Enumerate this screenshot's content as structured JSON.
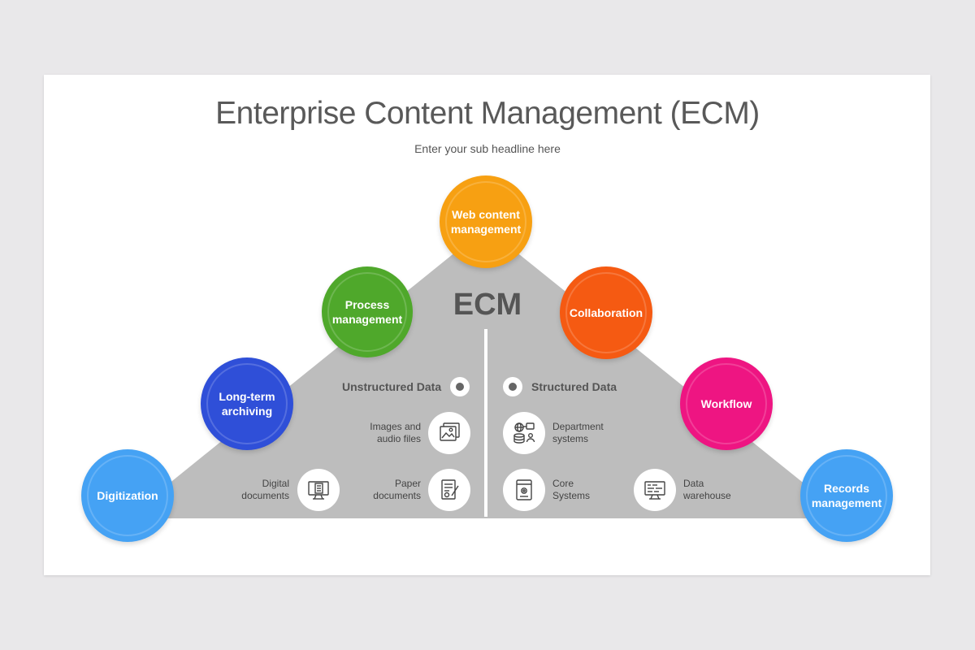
{
  "title": "Enterprise Content Management (ECM)",
  "subtitle": "Enter your sub headline here",
  "center_label": "ECM",
  "nodes": [
    {
      "label_line1": "Web content",
      "label_line2": "management",
      "color": "#f7a012"
    },
    {
      "label_line1": "Process",
      "label_line2": "management",
      "color": "#4fa82b"
    },
    {
      "label_line1": "Collaboration",
      "label_line2": "",
      "color": "#f55a12"
    },
    {
      "label_line1": "Long-term",
      "label_line2": "archiving",
      "color": "#2f4fd8"
    },
    {
      "label_line1": "Workflow",
      "label_line2": "",
      "color": "#ee1582"
    },
    {
      "label_line1": "Digitization",
      "label_line2": "",
      "color": "#45a2f4"
    },
    {
      "label_line1": "Records",
      "label_line2": "management",
      "color": "#45a2f4"
    }
  ],
  "left_heading": "Unstructured Data",
  "right_heading": "Structured Data",
  "left_items": [
    {
      "line1": "Images and",
      "line2": "audio files",
      "icon": "image-icon"
    },
    {
      "line1": "Paper",
      "line2": "documents",
      "icon": "paper-document-icon"
    },
    {
      "line1": "Digital",
      "line2": "documents",
      "icon": "computer-document-icon"
    }
  ],
  "right_items": [
    {
      "line1": "Department",
      "line2": "systems",
      "icon": "network-database-icon"
    },
    {
      "line1": "Core",
      "line2": "Systems",
      "icon": "core-system-icon"
    },
    {
      "line1": "Data",
      "line2": "warehouse",
      "icon": "data-warehouse-icon"
    }
  ],
  "colors": {
    "background": "#e9e8ea",
    "triangle": "#bdbdbd",
    "text": "#595959"
  }
}
